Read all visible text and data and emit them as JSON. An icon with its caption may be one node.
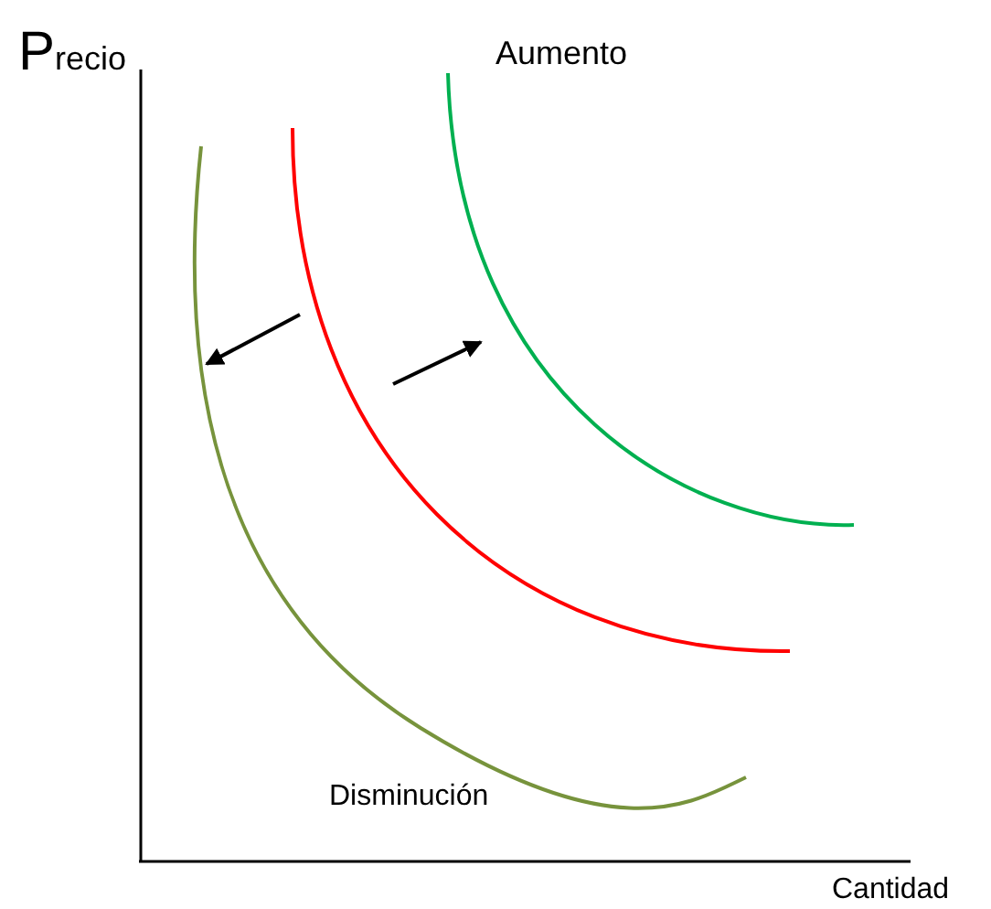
{
  "diagram": {
    "labels": [
      "Precio",
      "Aumento",
      "Disminución",
      "Cantidad"
    ]
  }
}
